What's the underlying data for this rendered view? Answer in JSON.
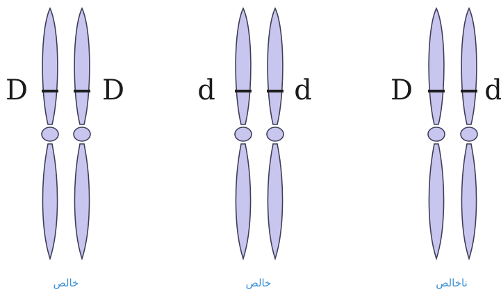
{
  "colors": {
    "chromosome_fill": "#c8c6ee",
    "chromosome_stroke": "#3f3e58",
    "band": "#1e1e1e",
    "caption": "#3a8fd3"
  },
  "pairs": [
    {
      "left_allele": "D",
      "right_allele": "D",
      "caption": "خالص"
    },
    {
      "left_allele": "d",
      "right_allele": "d",
      "caption": "خالص"
    },
    {
      "left_allele": "D",
      "right_allele": "d",
      "caption": "ناخالص"
    }
  ]
}
